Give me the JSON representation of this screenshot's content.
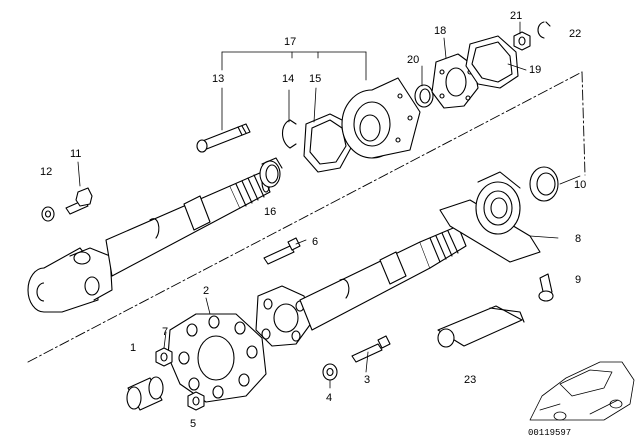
{
  "callouts": {
    "c1": "1",
    "c2": "2",
    "c3": "3",
    "c4": "4",
    "c5": "5",
    "c6": "6",
    "c7": "7",
    "c8": "8",
    "c9": "9",
    "c10": "10",
    "c11": "11",
    "c12": "12",
    "c13": "13",
    "c14": "14",
    "c15": "15",
    "c16": "16",
    "c17": "17",
    "c18": "18",
    "c19": "19",
    "c20": "20",
    "c21": "21",
    "c22": "22",
    "c23": "23"
  },
  "image_code": "00119597"
}
